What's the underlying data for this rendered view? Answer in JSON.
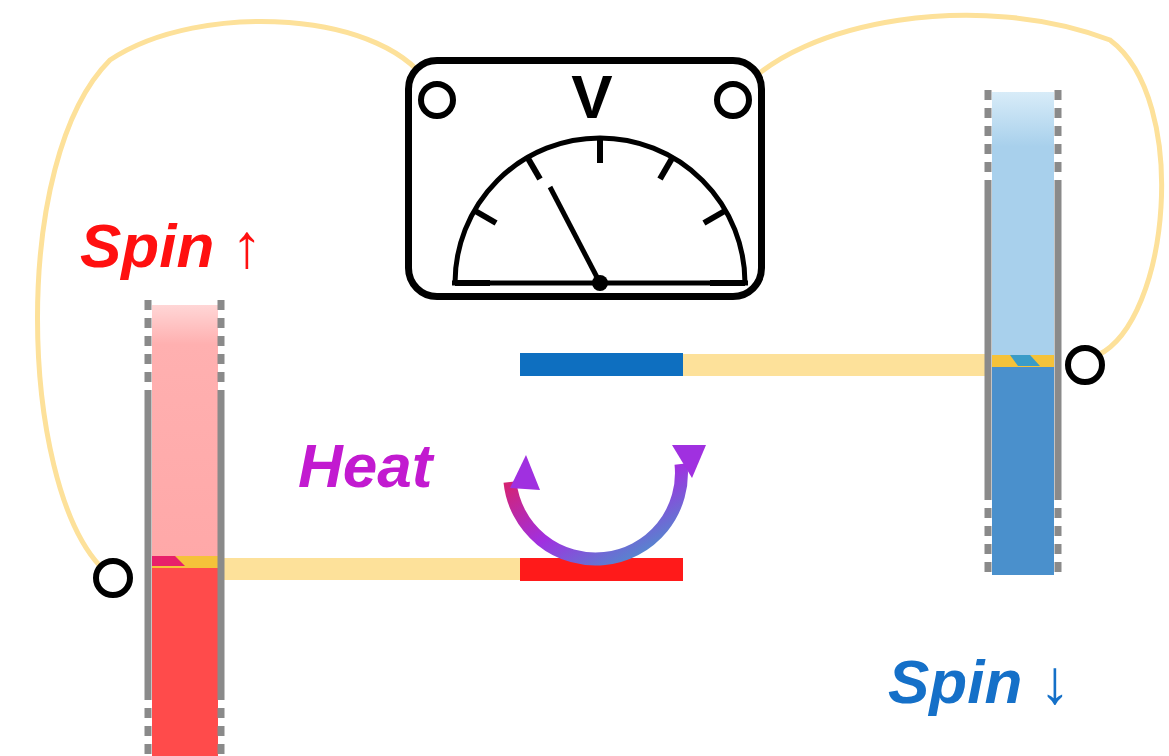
{
  "diagram": {
    "nodes": [
      {
        "text": [
          "V"
        ]
      }
    ],
    "edges": [],
    "labels": [
      "Spin ↑",
      "Heat",
      "Spin ↓"
    ]
  }
}
